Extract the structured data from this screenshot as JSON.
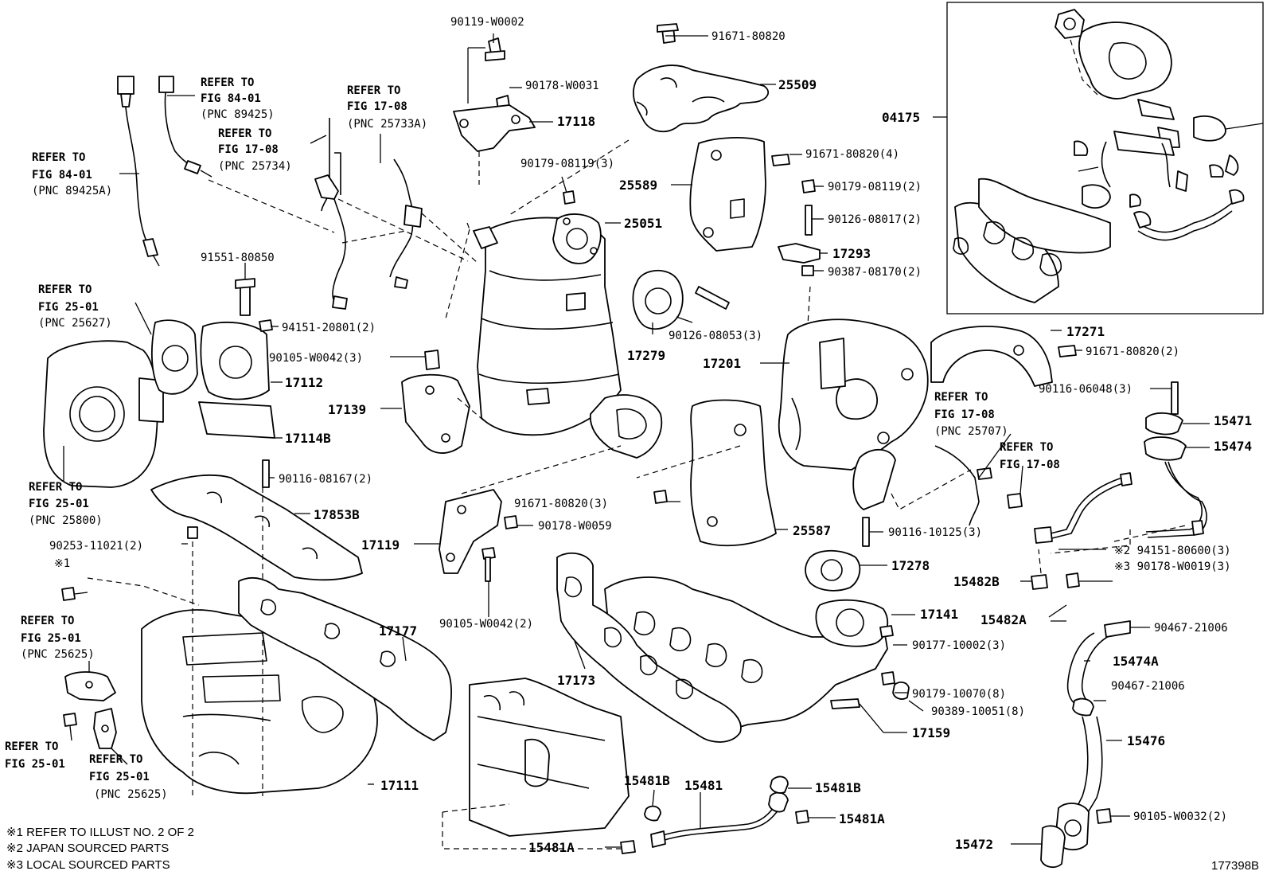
{
  "figure_number": "177398B",
  "notes": [
    "※1 REFER TO ILLUST NO. 2 OF 2",
    "※2 JAPAN SOURCED PARTS",
    "※3 LOCAL SOURCED PARTS"
  ],
  "labels": {
    "p90119_w0002": "90119-W0002",
    "p91671_80820_top": "91671-80820",
    "p25509": "25509",
    "p90178_w0031": "90178-W0031",
    "p17118": "17118",
    "p04175": "04175",
    "ref_84_01_a": [
      "REFER TO",
      "FIG 84-01",
      "(PNC 89425)"
    ],
    "ref_17_08_a": [
      "REFER TO",
      "FIG 17-08",
      "(PNC 25733A)"
    ],
    "ref_17_08_b": [
      "REFER TO",
      "FIG 17-08",
      "(PNC 25734)"
    ],
    "ref_84_01_b": [
      "REFER TO",
      "FIG 84-01",
      "(PNC 89425A)"
    ],
    "p90179_08119_3": "90179-08119(3)",
    "p91671_80820_4": "91671-80820(4)",
    "p25589": "25589",
    "p90179_08119_2": "90179-08119(2)",
    "p25051": "25051",
    "p90126_08017_2": "90126-08017(2)",
    "p17293": "17293",
    "p91551_80850": "91551-80850",
    "p90387_08170_2": "90387-08170(2)",
    "ref_25_01_a": [
      "REFER TO",
      "FIG 25-01",
      "(PNC 25627)"
    ],
    "p94151_20801_2": "94151-20801(2)",
    "p90105_w0042_3": "90105-W0042(3)",
    "p90126_08053_3": "90126-08053(3)",
    "p17271": "17271",
    "p91671_80820_2": "91671-80820(2)",
    "p17279": "17279",
    "p17201": "17201",
    "p17112": "17112",
    "p17139": "17139",
    "p90116_06048_3": "90116-06048(3)",
    "ref_17_08_c": [
      "REFER TO",
      "FIG 17-08",
      "(PNC 25707)"
    ],
    "p15471": "15471",
    "p17114b": "17114B",
    "p15474": "15474",
    "ref_17_08_d": [
      "REFER TO",
      "FIG 17-08"
    ],
    "ref_25_01_b": [
      "REFER TO",
      "FIG 25-01",
      "(PNC 25800)"
    ],
    "p90116_08167_2": "90116-08167(2)",
    "p91671_80820_3": "91671-80820(3)",
    "p17853b": "17853B",
    "p17119": "17119",
    "p90178_w0059": "90178-W0059",
    "p25587": "25587",
    "p90116_10125_3": "90116-10125(3)",
    "p90253_11021_2": "90253-11021(2)",
    "mark1": "※1",
    "p17278": "17278",
    "p15482b": "15482B",
    "p94151_80600_3": "※2 94151-80600(3)",
    "p90178_w0019_3": "※3 90178-W0019(3)",
    "p90105_w0042_2": "90105-W0042(2)",
    "p17141": "17141",
    "p15482a": "15482A",
    "p90467_21006_a": "90467-21006",
    "p17177": "17177",
    "p90177_10002_3": "90177-10002(3)",
    "p15474a": "15474A",
    "ref_25_01_c": [
      "REFER TO",
      "FIG 25-01",
      "(PNC 25625)"
    ],
    "p17173": "17173",
    "p90179_10070_8": "90179-10070(8)",
    "p90467_21006_b": "90467-21006",
    "p90389_10051_8": "90389-10051(8)",
    "p17159": "17159",
    "p15476": "15476",
    "ref_25_01_d": [
      "REFER TO",
      "FIG 25-01"
    ],
    "ref_25_01_e": [
      "REFER TO",
      "FIG 25-01",
      "(PNC 25625)"
    ],
    "p17111": "17111",
    "p15481b_a": "15481B",
    "p15481": "15481",
    "p15481b_b": "15481B",
    "p15481a_b": "15481A",
    "p90105_w0032_2": "90105-W0032(2)",
    "p15481a_a": "15481A",
    "p15472": "15472"
  }
}
